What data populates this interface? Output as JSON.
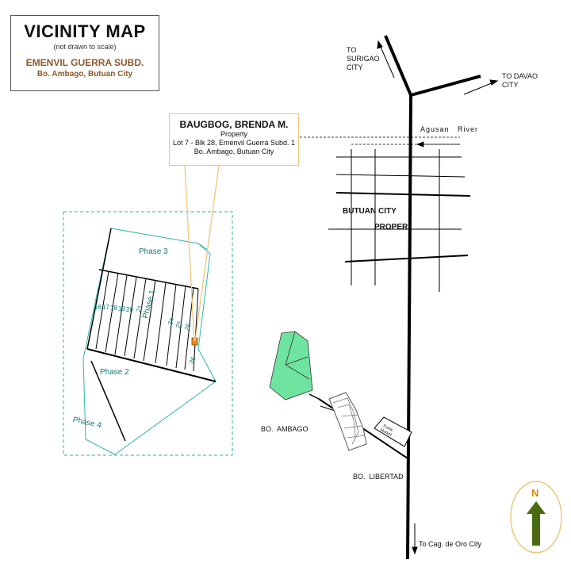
{
  "title": {
    "main": "VICINITY MAP",
    "note": "(not drawn to scale)",
    "subdivision": "EMENVIL GUERRA SUBD.",
    "location": "Bo. Ambago, Butuan City"
  },
  "property": {
    "owner": "BAUGBOG, BRENDA M.",
    "label": "Property",
    "lot": "Lot 7 - Blk 28, Emenvil Guerra Subd. 1",
    "address": "Bo. Ambago, Butuan City"
  },
  "directions": {
    "surigao": "TO SURIGAO CITY",
    "davao": "TO DAVAO CITY",
    "cdo": "To  Cag. de Oro City"
  },
  "places": {
    "river": "Agusan   River",
    "city1": "BUTUAN CITY",
    "city2": "PROPER",
    "ambago": "BO.  AMBAGO",
    "libertad": "BO.  LIBERTAD",
    "market1": "Public",
    "market2": "Market"
  },
  "phases": [
    "Phase 3",
    "Phase 1",
    "Phase 2",
    "Phase 4"
  ],
  "lots": [
    "16",
    "17",
    "18",
    "19",
    "20",
    "21",
    "24",
    "25",
    "26",
    "36"
  ],
  "north": "N",
  "colors": {
    "teal": "#2ab6ae",
    "green_fill": "#6fe3a0",
    "property_fill": "#e58a1f",
    "callout": "#f0c77a",
    "brown_text": "#8b5a2b",
    "north_arrow": "#4a6a12"
  }
}
